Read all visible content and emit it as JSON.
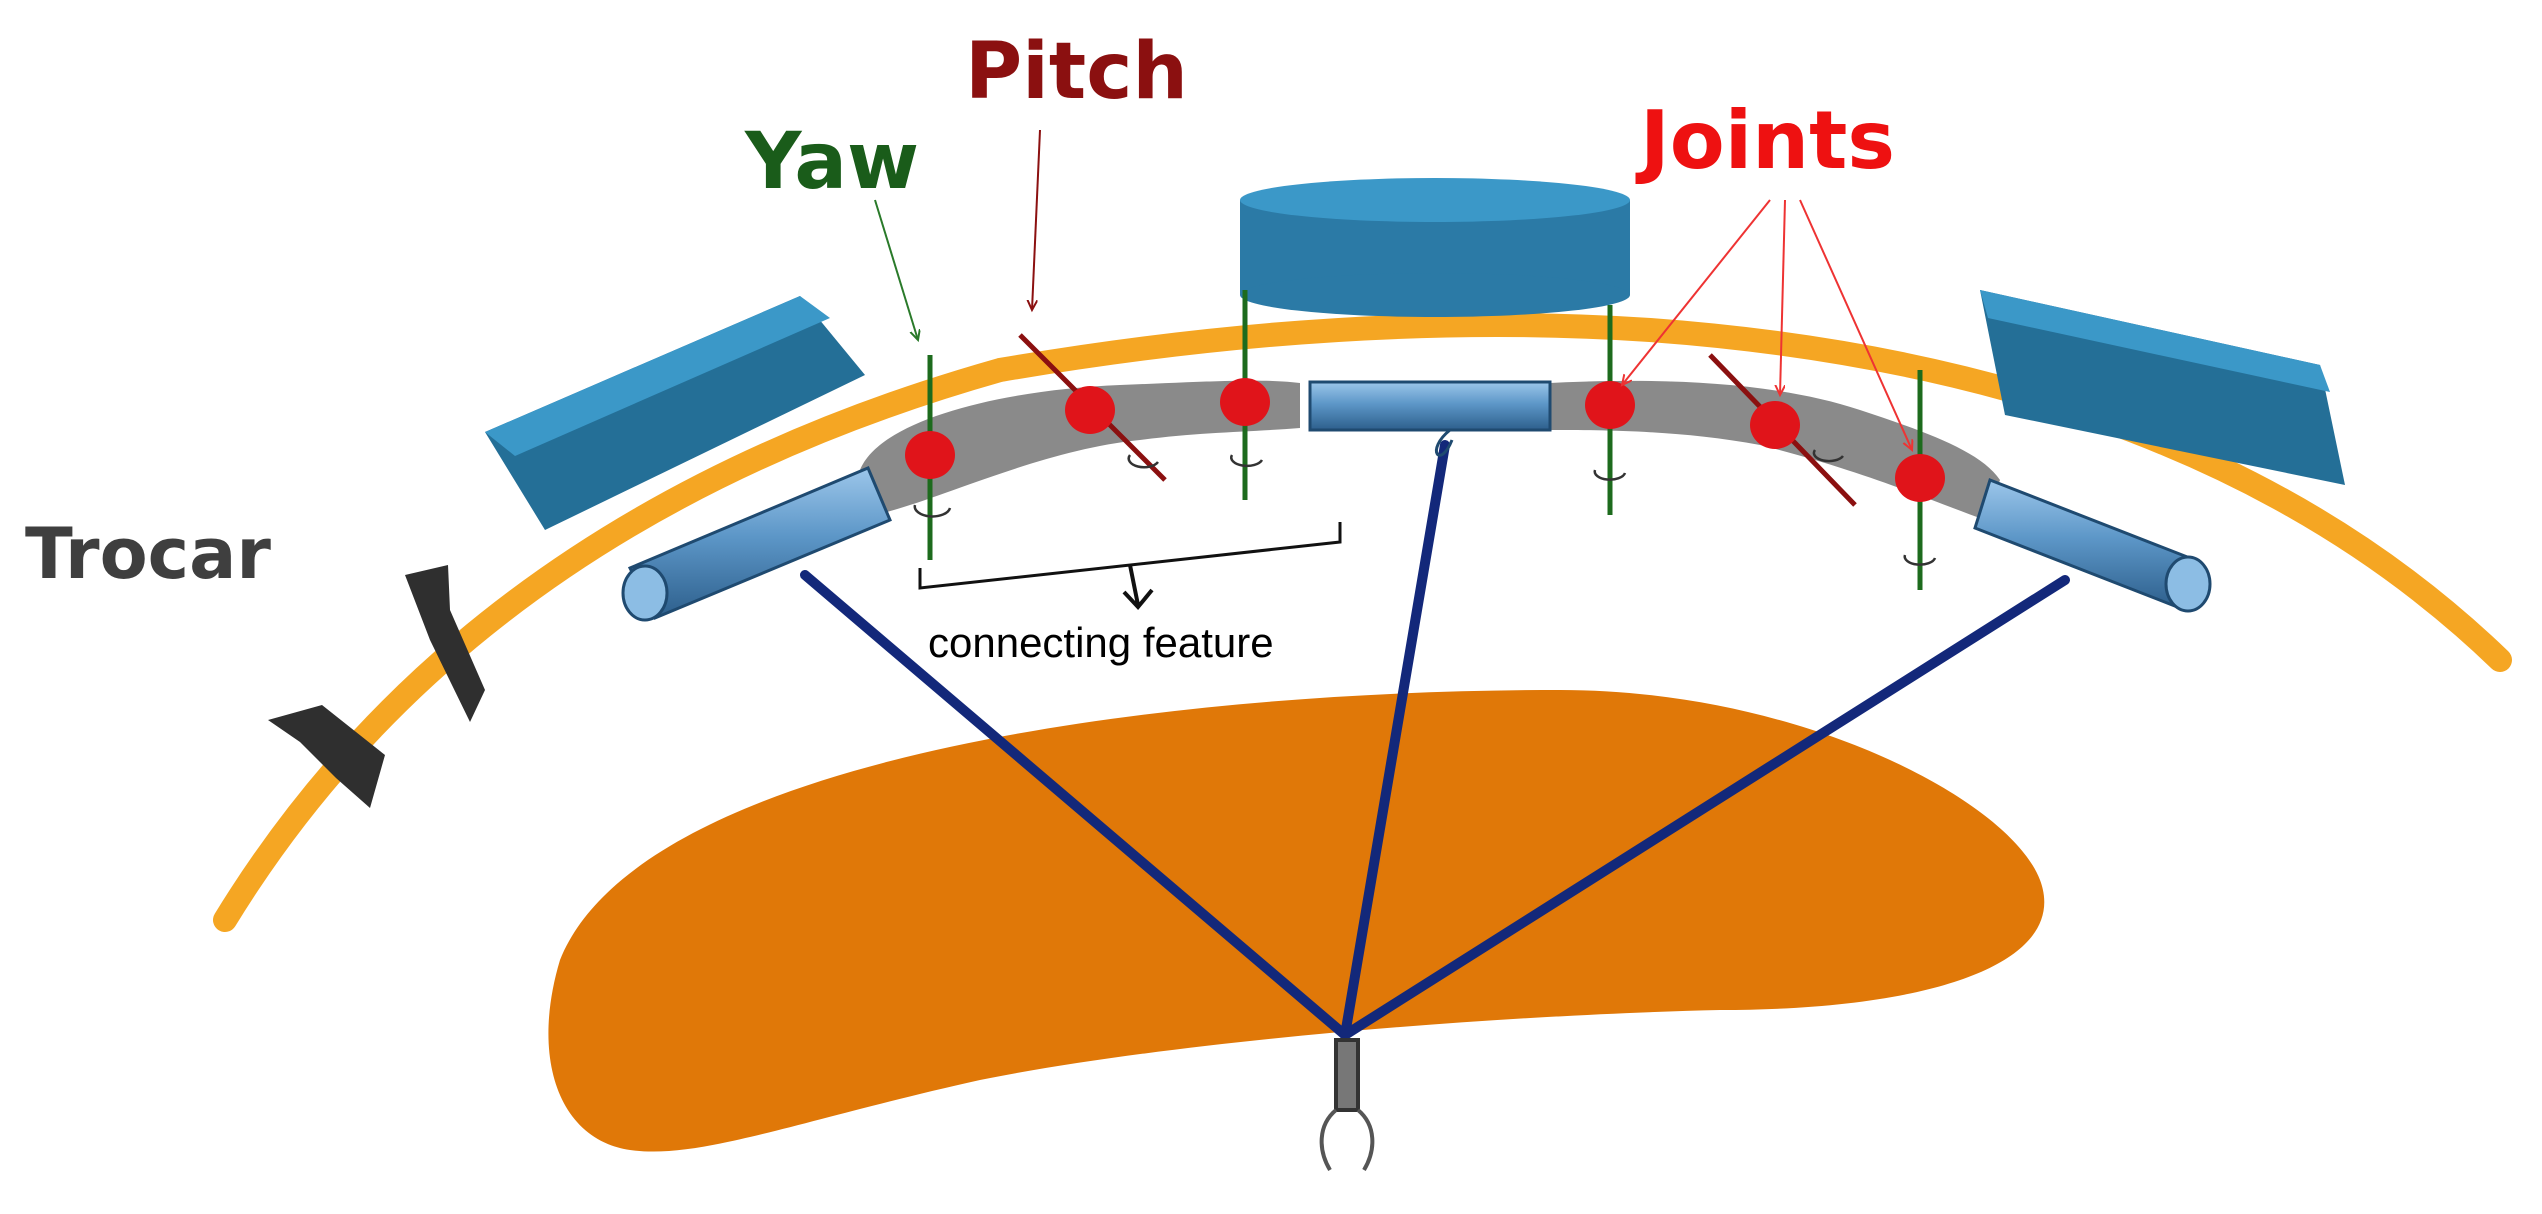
{
  "labels": {
    "yaw": "Yaw",
    "pitch": "Pitch",
    "joints": "Joints",
    "trocar": "Trocar",
    "connecting_feature": "connecting feature"
  },
  "colors": {
    "yaw_text": "#1a5c1a",
    "pitch_text": "#8b1010",
    "joints_text": "#ee1111",
    "trocar_text": "#3f3f3f",
    "connecting_text": "#000000",
    "abdominal_wall": "#f5a623",
    "external_magnet": "#2f7fa8",
    "organ": "#e07808",
    "cable": "#13287a",
    "joint": "#e0141a",
    "yaw_axis": "#1d6b1d",
    "pitch_axis": "#8b1010",
    "link": "#8a8a8a",
    "tube": "#5d97c8"
  }
}
